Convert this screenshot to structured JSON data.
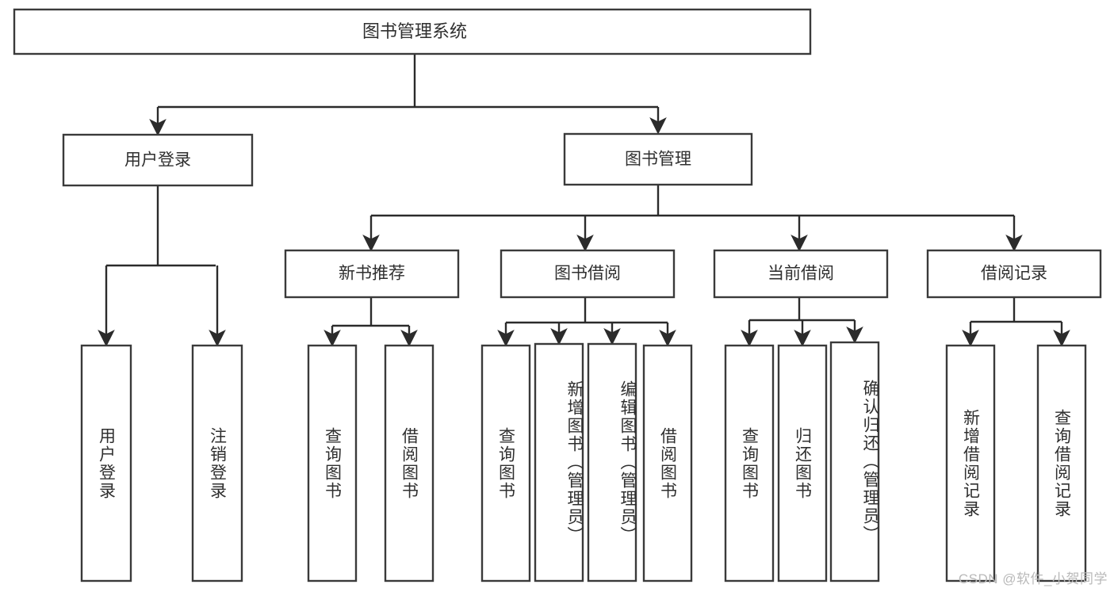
{
  "diagram": {
    "title": "图书管理系统",
    "type": "tree",
    "watermark": "CSDN @软件_小贺同学",
    "root": {
      "id": "root",
      "label": "图书管理系统"
    },
    "level2": [
      {
        "id": "user-login",
        "label": "用户登录"
      },
      {
        "id": "book-manage",
        "label": "图书管理"
      }
    ],
    "level3": [
      {
        "id": "new-book-recommend",
        "label": "新书推荐"
      },
      {
        "id": "book-borrow",
        "label": "图书借阅"
      },
      {
        "id": "current-borrow",
        "label": "当前借阅"
      },
      {
        "id": "borrow-record",
        "label": "借阅记录"
      }
    ],
    "leaves": {
      "user_login": [
        {
          "id": "leaf-user-login",
          "label": "用户登录"
        },
        {
          "id": "leaf-logout",
          "label": "注销登录"
        }
      ],
      "new_book_recommend": [
        {
          "id": "leaf-query-book-1",
          "label": "查询图书"
        },
        {
          "id": "leaf-borrow-book-1",
          "label": "借阅图书"
        }
      ],
      "book_borrow": [
        {
          "id": "leaf-query-book-2",
          "label": "查询图书"
        },
        {
          "id": "leaf-add-book",
          "label": "新增图书（管理员）"
        },
        {
          "id": "leaf-edit-book",
          "label": "编辑图书（管理员）"
        },
        {
          "id": "leaf-borrow-book-2",
          "label": "借阅图书"
        }
      ],
      "current_borrow": [
        {
          "id": "leaf-query-book-3",
          "label": "查询图书"
        },
        {
          "id": "leaf-return-book",
          "label": "归还图书"
        },
        {
          "id": "leaf-confirm-return",
          "label": "确认归还（管理员）"
        }
      ],
      "borrow_record": [
        {
          "id": "leaf-add-record",
          "label": "新增借阅记录"
        },
        {
          "id": "leaf-query-record",
          "label": "查询借阅记录"
        }
      ]
    },
    "colors": {
      "box_stroke": "#3a3a3a",
      "connector": "#2b2b2b",
      "text": "#2f2f2f",
      "background": "#ffffff",
      "watermark": "#b9b9b9"
    }
  }
}
